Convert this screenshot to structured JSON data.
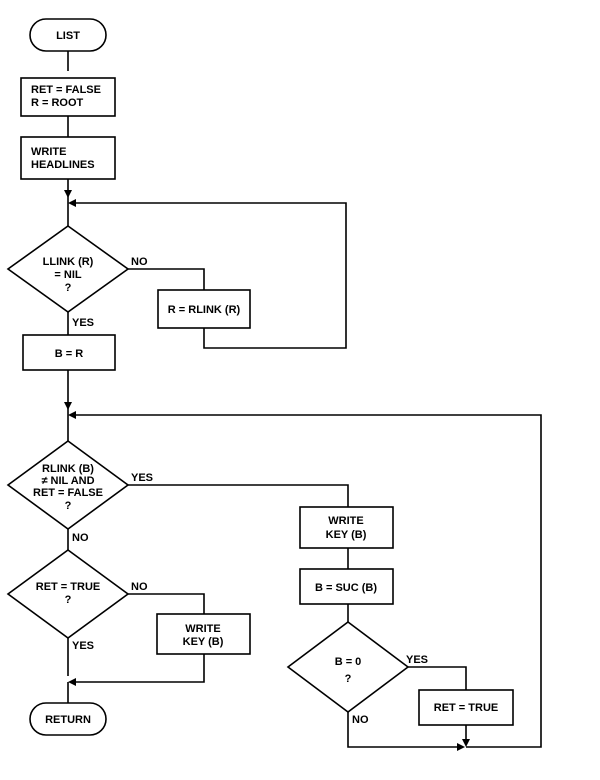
{
  "nodes": {
    "list": {
      "lines": [
        "LIST"
      ]
    },
    "init": {
      "lines": [
        "RET = FALSE",
        "R = ROOT"
      ]
    },
    "headlines": {
      "lines": [
        "WRITE",
        "HEADLINES"
      ]
    },
    "llink_check": {
      "lines": [
        "LLINK (R)",
        "= NIL",
        "?"
      ]
    },
    "r_rlink": {
      "lines": [
        "R = RLINK (R)"
      ]
    },
    "b_r": {
      "lines": [
        "B = R"
      ]
    },
    "rlink_check": {
      "lines": [
        "RLINK (B)",
        "≠ NIL AND",
        "RET = FALSE",
        "?"
      ]
    },
    "write_key_1": {
      "lines": [
        "WRITE",
        "KEY (B)"
      ]
    },
    "b_suc": {
      "lines": [
        "B = SUC (B)"
      ]
    },
    "b_zero": {
      "lines": [
        "B = 0",
        "?"
      ]
    },
    "ret_true_chk": {
      "lines": [
        "RET = TRUE",
        "?"
      ]
    },
    "write_key_2": {
      "lines": [
        "WRITE",
        "KEY (B)"
      ]
    },
    "ret_true_set": {
      "lines": [
        "RET = TRUE"
      ]
    },
    "return": {
      "lines": [
        "RETURN"
      ]
    }
  },
  "edge_labels": {
    "llink_no": "NO",
    "llink_yes": "YES",
    "rlink_yes": "YES",
    "rlink_no": "NO",
    "ret_no": "NO",
    "ret_yes": "YES",
    "bzero_yes": "YES",
    "bzero_no": "NO"
  }
}
